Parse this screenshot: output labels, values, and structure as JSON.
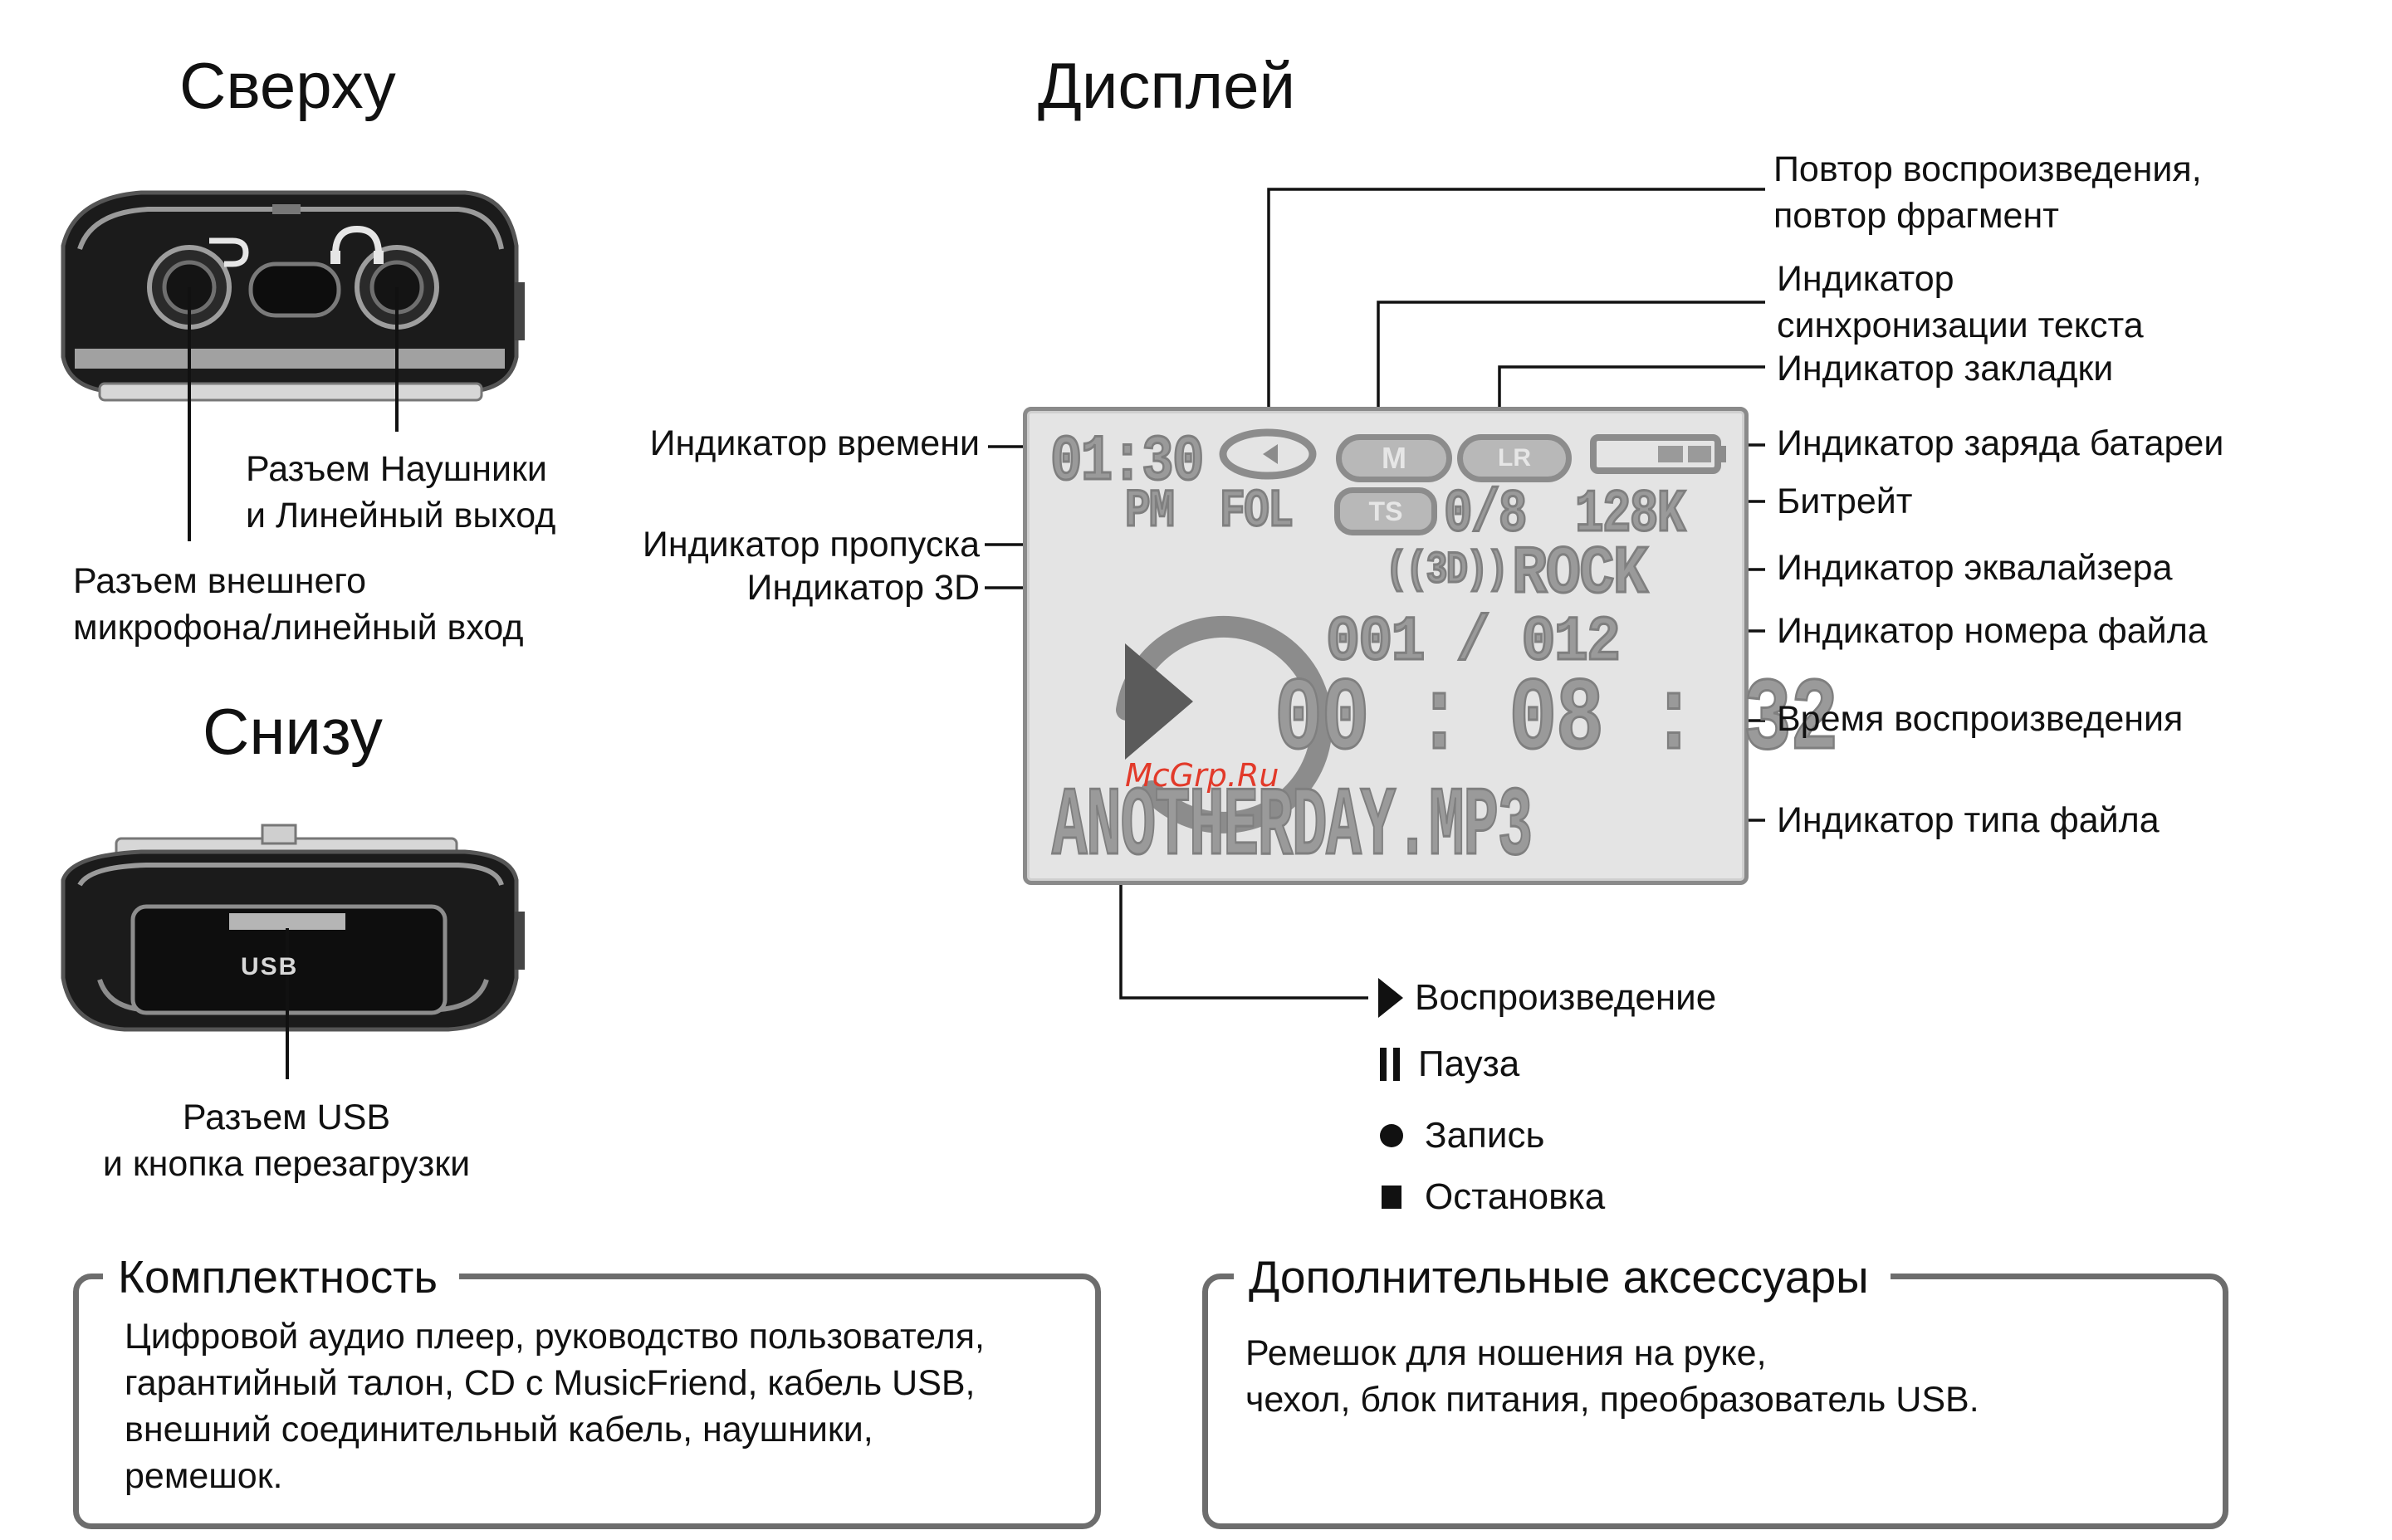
{
  "titles": {
    "top": "Сверху",
    "display": "Дисплей",
    "bottom": "Снизу"
  },
  "top_view": {
    "label_headphones": [
      "Разъем Наушники",
      "и Линейный выход"
    ],
    "label_mic": [
      "Разъем внешнего",
      "микрофона/линейный вход"
    ]
  },
  "bottom_view": {
    "usb_port_marking": "USB",
    "label_usb": [
      "Разъем USB",
      "и кнопка перезагрузки"
    ]
  },
  "display_labels": {
    "repeat": [
      "Повтор воспроизведения,",
      "повтор фрагмент"
    ],
    "text_sync": [
      "Индикатор",
      "синхронизации текста"
    ],
    "bookmark": "Индикатор закладки",
    "battery": "Индикатор заряда батареи",
    "bitrate": "Битрейт",
    "eq": "Индикатор эквалайзера",
    "file_number": "Индикатор номера файла",
    "play_time": "Время воспроизведения",
    "file_type": "Индикатор типа файла",
    "time": "Индикатор времени",
    "skip": "Индикатор пропуска",
    "3d": "Индикатор 3D"
  },
  "lcd": {
    "clock": "01:30",
    "ampm": "PM",
    "folder": "FOL",
    "lyrics_badge": "M",
    "bookmark_badge": "LR",
    "skip_badge": "TS",
    "track_counter": "0/8",
    "bitrate": "128K",
    "surround": "((3D))",
    "eq_mode": "ROCK",
    "file_number": "001 / 012",
    "elapsed": "00 : 08 : 32",
    "filename": "ANOTHERDAY.MP3"
  },
  "watermark": "McGrp.Ru",
  "legend": {
    "play": "Воспроизведение",
    "pause": "Пауза",
    "record": "Запись",
    "stop": "Остановка"
  },
  "package": {
    "title": "Комплектность",
    "text": "Цифровой аудио плеер, руководство пользователя,\nгарантийный талон, CD с MusicFriend, кабель USB,\nвнешний соединительный кабель, наушники,\nремешок."
  },
  "accessories": {
    "title": "Дополнительные аксессуары",
    "text": "Ремешок для ношения на руке,\nчехол, блок питания, преобразователь USB."
  },
  "colors": {
    "lcd_bg": "#e4e4e4",
    "lcd_segment": "#9a9a9a",
    "frame": "#6d6d6d",
    "watermark": "#e23a2a"
  }
}
